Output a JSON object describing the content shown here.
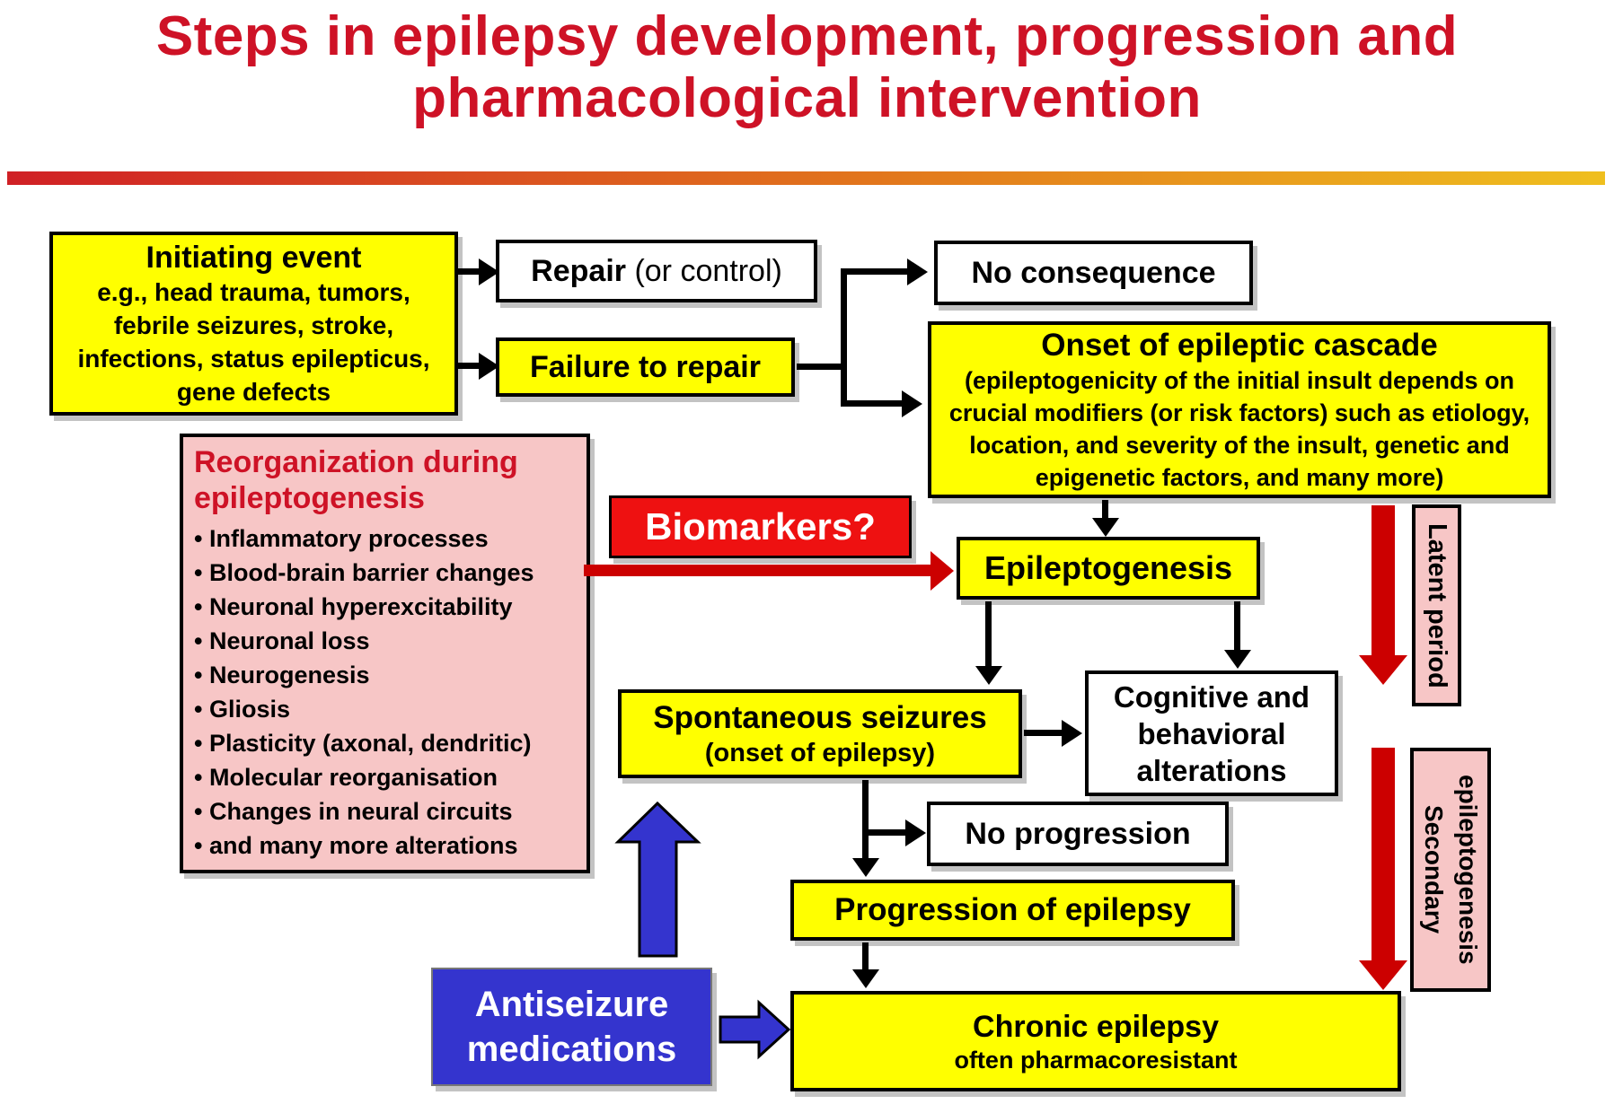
{
  "title": {
    "line1": "Steps in epilepsy development, progression and",
    "line2": "pharmacological intervention"
  },
  "boxes": {
    "initiating": {
      "title": "Initiating event",
      "body": "e.g., head trauma, tumors, febrile seizures, stroke, infections, status epilepticus, gene defects"
    },
    "repair": {
      "bold": "Repair",
      "rest": " (or control)"
    },
    "failure": {
      "label": "Failure to repair"
    },
    "no_consequence": {
      "label": "No consequence"
    },
    "onset": {
      "title": "Onset of epileptic cascade",
      "body": "(epileptogenicity of the initial insult depends on crucial modifiers (or risk factors) such as etiology, location, and severity of the insult, genetic and epigenetic factors, and many more)"
    },
    "reorganization": {
      "title": "Reorganization during epileptogenesis",
      "items": [
        "• Inflammatory processes",
        "• Blood-brain barrier changes",
        "• Neuronal hyperexcitability",
        "• Neuronal loss",
        "• Neurogenesis",
        "• Gliosis",
        "• Plasticity (axonal, dendritic)",
        "• Molecular reorganisation",
        "• Changes in neural circuits",
        "• and many more alterations"
      ]
    },
    "biomarkers": {
      "label": "Biomarkers?"
    },
    "epileptogenesis": {
      "label": "Epileptogenesis"
    },
    "latent_period": {
      "label": "Latent period"
    },
    "spontaneous": {
      "title": "Spontaneous seizures",
      "subtitle": "(onset of epilepsy)"
    },
    "cognitive": {
      "label": "Cognitive and behavioral alterations"
    },
    "no_progression": {
      "label": "No progression"
    },
    "progression": {
      "label": "Progression of epilepsy"
    },
    "secondary": {
      "label": "Secondary epileptogenesis"
    },
    "antiseizure": {
      "label": "Antiseizure medications"
    },
    "chronic": {
      "title": "Chronic epilepsy",
      "subtitle": "often pharmacoresistant"
    }
  },
  "colors": {
    "title_red": "#CE1226",
    "yellow": "#FFFF00",
    "pink": "#F7C6C6",
    "biomarkers_red": "#EE1111",
    "arrow_red": "#CC0000",
    "blue": "#3434CE",
    "divider_left": "#D02025",
    "divider_mid": "#E2771C",
    "divider_right": "#EFBF1E"
  }
}
